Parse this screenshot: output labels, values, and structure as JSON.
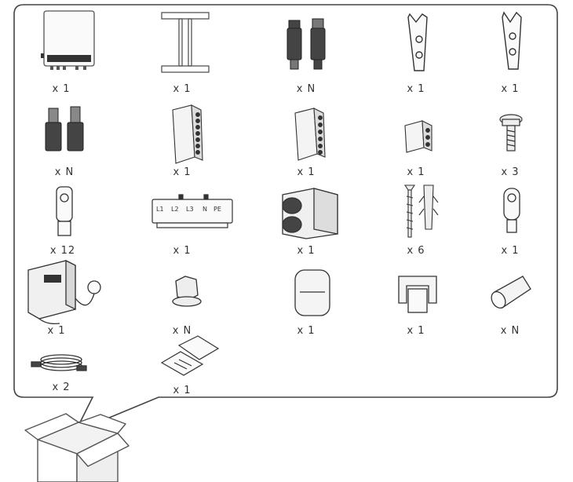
{
  "items": [
    {
      "name": "inverter-icon",
      "qty": "x 1"
    },
    {
      "name": "mounting-bracket-icon",
      "qty": "x 1"
    },
    {
      "name": "pv-connector-pair-icon",
      "qty": "x N"
    },
    {
      "name": "disconnect-tool-icon",
      "qty": "x 1"
    },
    {
      "name": "disconnect-tool-b-icon",
      "qty": "x 1"
    },
    {
      "name": "pv-connector-pair-b-icon",
      "qty": "x N"
    },
    {
      "name": "terminal-block-8-icon",
      "qty": "x 1"
    },
    {
      "name": "terminal-block-6-icon",
      "qty": "x 1"
    },
    {
      "name": "terminal-block-3-icon",
      "qty": "x 1"
    },
    {
      "name": "screw-icon",
      "qty": "x 3"
    },
    {
      "name": "ring-lug-icon",
      "qty": "x 12"
    },
    {
      "name": "ac-cover-icon",
      "qty": "x 1"
    },
    {
      "name": "cable-gland-box-icon",
      "qty": "x 1"
    },
    {
      "name": "expansion-bolt-icon",
      "qty": "x 6"
    },
    {
      "name": "small-ring-lug-icon",
      "qty": "x 1"
    },
    {
      "name": "smart-meter-icon",
      "qty": "x 1"
    },
    {
      "name": "hex-nut-icon",
      "qty": "x N"
    },
    {
      "name": "wifi-dongle-icon",
      "qty": "x 1"
    },
    {
      "name": "cable-clip-icon",
      "qty": "x 1"
    },
    {
      "name": "ferrule-icon",
      "qty": "x N"
    },
    {
      "name": "communication-cable-icon",
      "qty": "x 2"
    },
    {
      "name": "documents-icon",
      "qty": "x 1"
    }
  ],
  "ac_cover_labels": [
    "L1",
    "L2",
    "L3",
    "N",
    "PE"
  ]
}
